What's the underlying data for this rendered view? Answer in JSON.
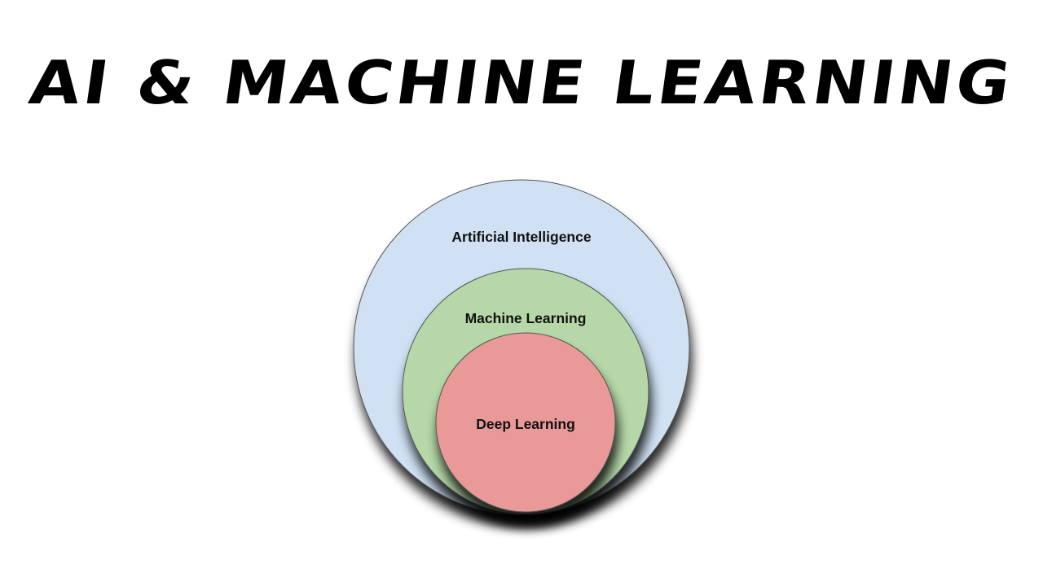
{
  "title": "AI & MACHINE LEARNING",
  "diagram": {
    "layers": [
      {
        "label": "Artificial Intelligence",
        "color": "#cfe1f3"
      },
      {
        "label": "Machine Learning",
        "color": "#b6d8a8"
      },
      {
        "label": "Deep Learning",
        "color": "#ea9999"
      }
    ]
  }
}
